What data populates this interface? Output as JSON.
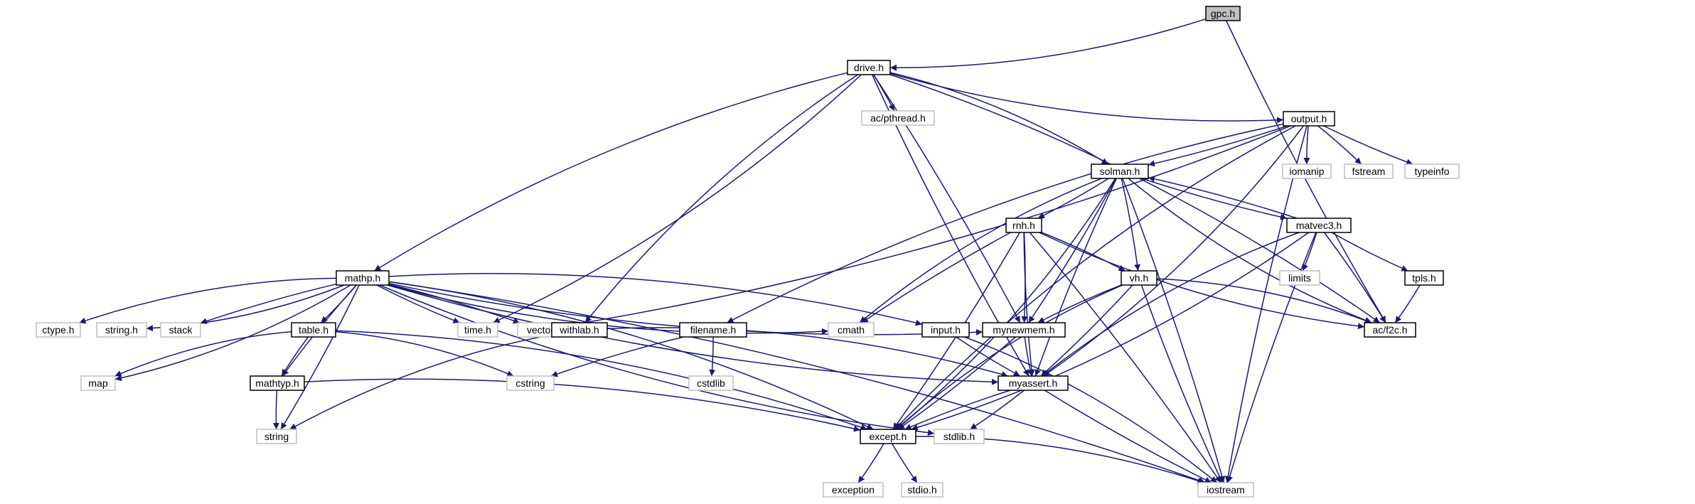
{
  "colors": {
    "edge": "#191970",
    "node_border": "#000000",
    "external_border": "#bfbfbf",
    "root_fill": "#bfbfbf",
    "fill": "#ffffff"
  },
  "nodes": [
    {
      "id": "gpc",
      "label": "gpc.h",
      "kind": "root"
    },
    {
      "id": "drive",
      "label": "drive.h",
      "kind": "file"
    },
    {
      "id": "pthread",
      "label": "ac/pthread.h",
      "kind": "external"
    },
    {
      "id": "output",
      "label": "output.h",
      "kind": "file"
    },
    {
      "id": "iomanip",
      "label": "iomanip",
      "kind": "external"
    },
    {
      "id": "fstream",
      "label": "fstream",
      "kind": "external"
    },
    {
      "id": "typeinfo",
      "label": "typeinfo",
      "kind": "external"
    },
    {
      "id": "solman",
      "label": "solman.h",
      "kind": "file"
    },
    {
      "id": "rnh",
      "label": "rnh.h",
      "kind": "file"
    },
    {
      "id": "matvec3",
      "label": "matvec3.h",
      "kind": "file"
    },
    {
      "id": "mathp",
      "label": "mathp.h",
      "kind": "file"
    },
    {
      "id": "vh",
      "label": "vh.h",
      "kind": "file"
    },
    {
      "id": "limits",
      "label": "limits",
      "kind": "external"
    },
    {
      "id": "tpls",
      "label": "tpls.h",
      "kind": "file"
    },
    {
      "id": "ctype",
      "label": "ctype.h",
      "kind": "external"
    },
    {
      "id": "string_h",
      "label": "string.h",
      "kind": "external"
    },
    {
      "id": "stack",
      "label": "stack",
      "kind": "external"
    },
    {
      "id": "table",
      "label": "table.h",
      "kind": "file"
    },
    {
      "id": "time",
      "label": "time.h",
      "kind": "external"
    },
    {
      "id": "vector",
      "label": "vector",
      "kind": "external"
    },
    {
      "id": "withlab",
      "label": "withlab.h",
      "kind": "file"
    },
    {
      "id": "filename",
      "label": "filename.h",
      "kind": "file"
    },
    {
      "id": "cmath",
      "label": "cmath",
      "kind": "external"
    },
    {
      "id": "input",
      "label": "input.h",
      "kind": "file"
    },
    {
      "id": "mynewmem",
      "label": "mynewmem.h",
      "kind": "file"
    },
    {
      "id": "acf2c",
      "label": "ac/f2c.h",
      "kind": "file"
    },
    {
      "id": "map",
      "label": "map",
      "kind": "external"
    },
    {
      "id": "cstring",
      "label": "cstring",
      "kind": "external"
    },
    {
      "id": "mathtyp",
      "label": "mathtyp.h",
      "kind": "file"
    },
    {
      "id": "cstdlib",
      "label": "cstdlib",
      "kind": "external"
    },
    {
      "id": "myassert",
      "label": "myassert.h",
      "kind": "file"
    },
    {
      "id": "string",
      "label": "string",
      "kind": "external"
    },
    {
      "id": "except",
      "label": "except.h",
      "kind": "file"
    },
    {
      "id": "stdlib",
      "label": "stdlib.h",
      "kind": "external"
    },
    {
      "id": "exception",
      "label": "exception",
      "kind": "external"
    },
    {
      "id": "stdio",
      "label": "stdio.h",
      "kind": "external"
    },
    {
      "id": "iostream",
      "label": "iostream",
      "kind": "external"
    }
  ],
  "edges": [
    [
      "gpc",
      "drive"
    ],
    [
      "gpc",
      "acf2c"
    ],
    [
      "drive",
      "pthread"
    ],
    [
      "drive",
      "output"
    ],
    [
      "drive",
      "solman"
    ],
    [
      "drive",
      "mathp"
    ],
    [
      "drive",
      "time"
    ],
    [
      "drive",
      "withlab"
    ],
    [
      "drive",
      "mynewmem"
    ],
    [
      "drive",
      "myassert"
    ],
    [
      "drive",
      "acf2c"
    ],
    [
      "output",
      "iomanip"
    ],
    [
      "output",
      "fstream"
    ],
    [
      "output",
      "typeinfo"
    ],
    [
      "output",
      "solman"
    ],
    [
      "output",
      "filename"
    ],
    [
      "output",
      "vector"
    ],
    [
      "output",
      "except"
    ],
    [
      "output",
      "myassert"
    ],
    [
      "output",
      "iostream"
    ],
    [
      "solman",
      "rnh"
    ],
    [
      "solman",
      "matvec3"
    ],
    [
      "solman",
      "vh"
    ],
    [
      "solman",
      "cmath"
    ],
    [
      "solman",
      "mynewmem"
    ],
    [
      "solman",
      "myassert"
    ],
    [
      "solman",
      "except"
    ],
    [
      "solman",
      "acf2c"
    ],
    [
      "solman",
      "iostream"
    ],
    [
      "matvec3",
      "solman"
    ],
    [
      "matvec3",
      "limits"
    ],
    [
      "matvec3",
      "tpls"
    ],
    [
      "matvec3",
      "acf2c"
    ],
    [
      "matvec3",
      "myassert"
    ],
    [
      "matvec3",
      "except"
    ],
    [
      "matvec3",
      "iostream"
    ],
    [
      "rnh",
      "vh"
    ],
    [
      "rnh",
      "cmath"
    ],
    [
      "rnh",
      "mynewmem"
    ],
    [
      "rnh",
      "myassert"
    ],
    [
      "rnh",
      "except"
    ],
    [
      "rnh",
      "acf2c"
    ],
    [
      "rnh",
      "iostream"
    ],
    [
      "vh",
      "mynewmem"
    ],
    [
      "vh",
      "myassert"
    ],
    [
      "vh",
      "except"
    ],
    [
      "vh",
      "acf2c"
    ],
    [
      "vh",
      "iostream"
    ],
    [
      "tpls",
      "acf2c"
    ],
    [
      "mathp",
      "ctype"
    ],
    [
      "mathp",
      "string_h"
    ],
    [
      "mathp",
      "stack"
    ],
    [
      "mathp",
      "table"
    ],
    [
      "mathp",
      "time"
    ],
    [
      "mathp",
      "vector"
    ],
    [
      "mathp",
      "cmath"
    ],
    [
      "mathp",
      "input"
    ],
    [
      "mathp",
      "mynewmem"
    ],
    [
      "mathp",
      "map"
    ],
    [
      "mathp",
      "mathtyp"
    ],
    [
      "mathp",
      "string"
    ],
    [
      "mathp",
      "myassert"
    ],
    [
      "mathp",
      "except"
    ],
    [
      "mathp",
      "stdlib"
    ],
    [
      "mathp",
      "iostream"
    ],
    [
      "table",
      "map"
    ],
    [
      "table",
      "cstring"
    ],
    [
      "table",
      "mathtyp"
    ],
    [
      "table",
      "except"
    ],
    [
      "mathtyp",
      "string"
    ],
    [
      "mathtyp",
      "except"
    ],
    [
      "withlab",
      "string"
    ],
    [
      "withlab",
      "myassert"
    ],
    [
      "filename",
      "cstring"
    ],
    [
      "filename",
      "cstdlib"
    ],
    [
      "input",
      "myassert"
    ],
    [
      "input",
      "iostream"
    ],
    [
      "mynewmem",
      "myassert"
    ],
    [
      "mynewmem",
      "except"
    ],
    [
      "myassert",
      "except"
    ],
    [
      "myassert",
      "stdlib"
    ],
    [
      "myassert",
      "iostream"
    ],
    [
      "except",
      "exception"
    ],
    [
      "except",
      "stdio"
    ],
    [
      "except",
      "iostream"
    ]
  ]
}
